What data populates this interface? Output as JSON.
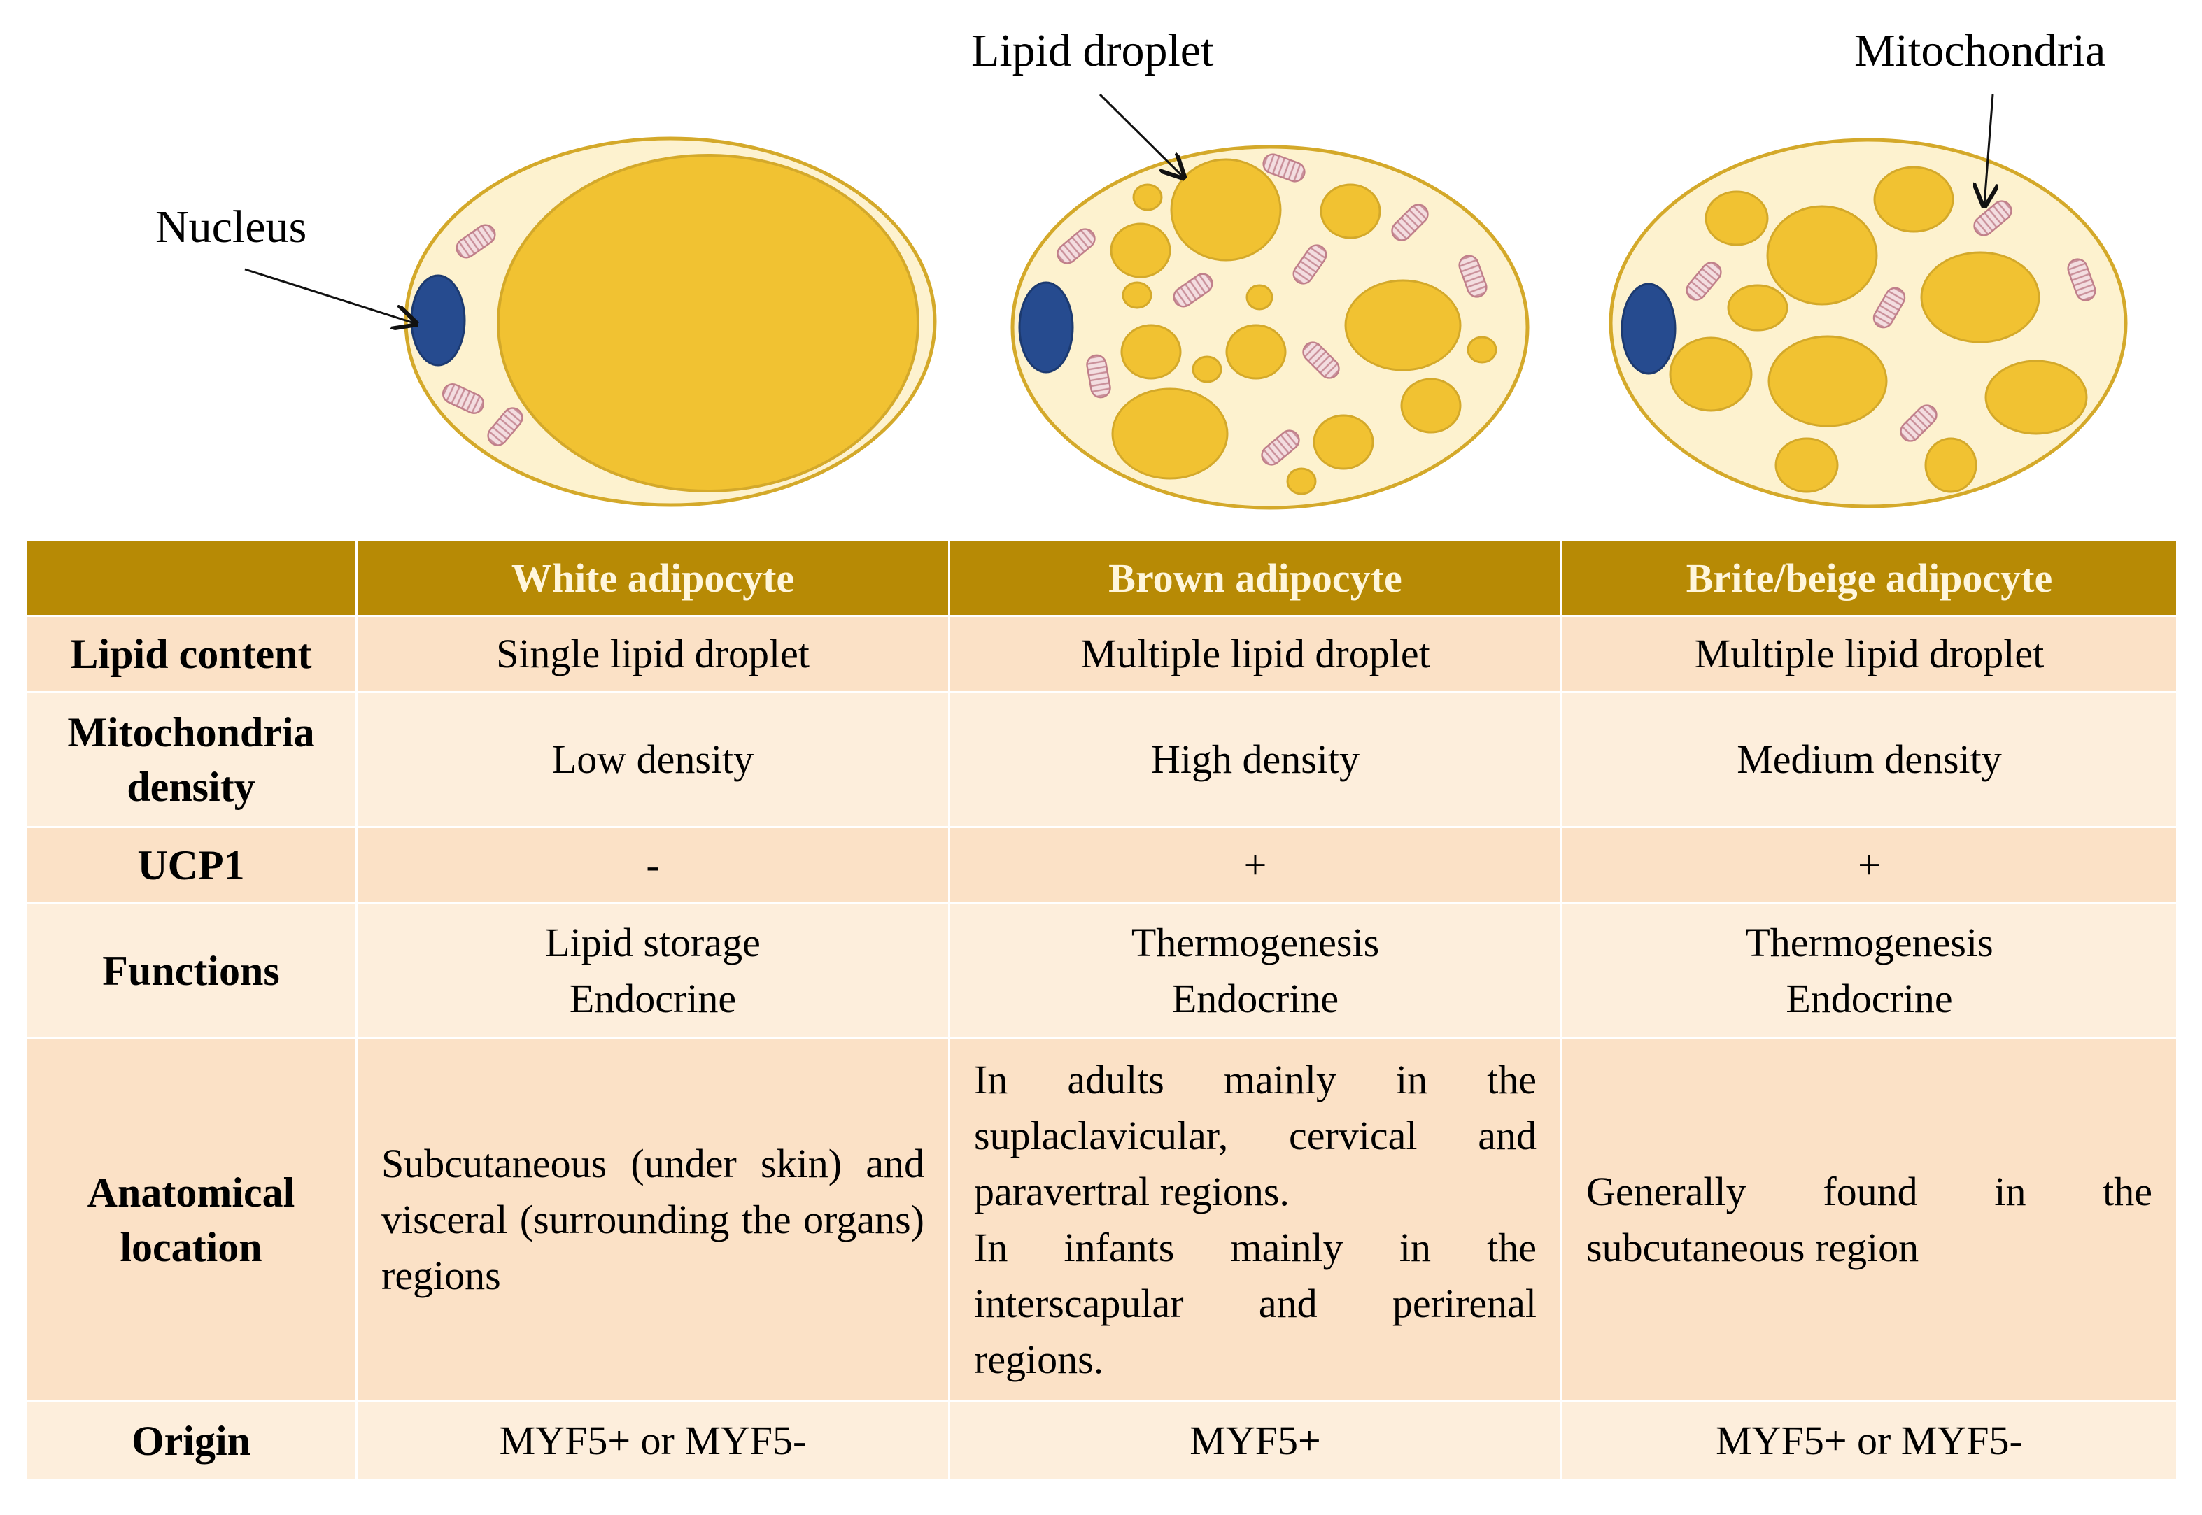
{
  "labels": {
    "nucleus": "Nucleus",
    "lipid_droplet": "Lipid droplet",
    "mitochondria": "Mitochondria"
  },
  "colors": {
    "cytoplasm": "#fdf2cf",
    "cell_outline": "#d4a92a",
    "lipid": "#f1c232",
    "nucleus": "#264b8f",
    "mitochondria": "#e8c8cc",
    "header_bg": "#b78a05",
    "row_dark": "#fbe1c6",
    "row_light": "#fdeedc"
  },
  "table": {
    "headers": [
      "",
      "White adipocyte",
      "Brown adipocyte",
      "Brite/beige adipocyte"
    ],
    "rows": [
      {
        "label": [
          "Lipid content"
        ],
        "cells": [
          [
            "Single lipid droplet"
          ],
          [
            "Multiple lipid droplet"
          ],
          [
            "Multiple lipid droplet"
          ]
        ]
      },
      {
        "label": [
          "Mitochondria",
          "density"
        ],
        "cells": [
          [
            "Low density"
          ],
          [
            "High density"
          ],
          [
            "Medium density"
          ]
        ]
      },
      {
        "label": [
          "UCP1"
        ],
        "cells": [
          [
            "-"
          ],
          [
            "+"
          ],
          [
            "+"
          ]
        ]
      },
      {
        "label": [
          "Functions"
        ],
        "cells": [
          [
            "Lipid storage",
            "Endocrine"
          ],
          [
            "Thermogenesis",
            "Endocrine"
          ],
          [
            "Thermogenesis",
            "Endocrine"
          ]
        ]
      },
      {
        "label": [
          "Anatomical",
          "location"
        ],
        "cells": [
          [
            "Subcutaneous (under skin) and visceral (surrounding the organs) regions"
          ],
          [
            "In adults mainly in the suplaclavicular, cervical and paravertral regions.",
            "In infants mainly in the interscapular and perirenal regions."
          ],
          [
            "Generally found in the subcutaneous region"
          ]
        ]
      },
      {
        "label": [
          "Origin"
        ],
        "cells": [
          [
            "MYF5+ or MYF5-"
          ],
          [
            "MYF5+"
          ],
          [
            "MYF5+ or MYF5-"
          ]
        ]
      }
    ]
  }
}
